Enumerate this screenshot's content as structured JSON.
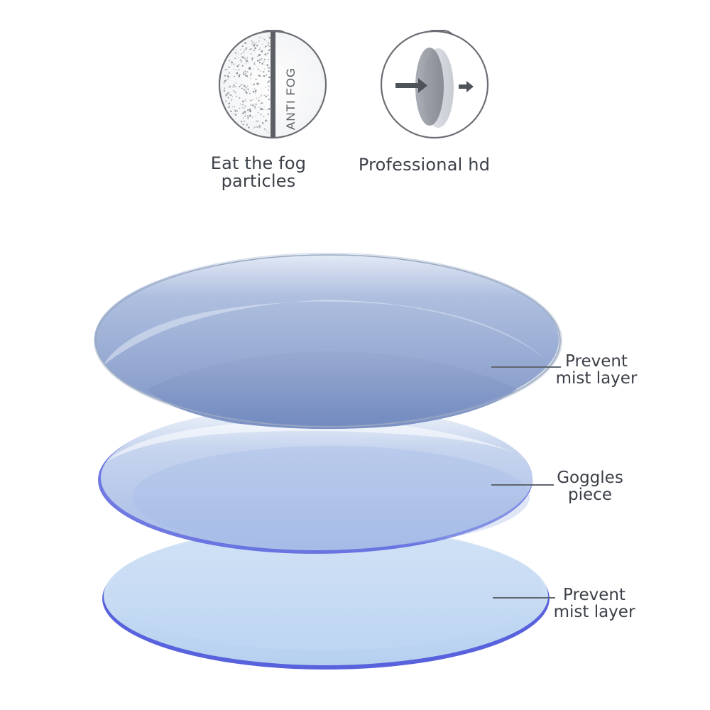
{
  "icons": {
    "anti_fog": {
      "badge_text": "ANTI FOG",
      "icon_name": "anti-fog-icon"
    },
    "hd": {
      "icon_name": "lens-arrow-icon"
    }
  },
  "captions": {
    "fog_line1": "Eat the fog",
    "fog_line2": "particles",
    "hd": "Professional hd"
  },
  "layers": {
    "top": {
      "line1": "Prevent",
      "line2": "mist layer"
    },
    "middle": {
      "line1": "Goggles",
      "line2": "piece"
    },
    "bottom": {
      "line1": "Prevent",
      "line2": "mist layer"
    }
  },
  "colors": {
    "text": "#3c4048",
    "icon_stroke": "#5a5d63",
    "lens_top": "#8fa6cf",
    "lens_middle": "#a9bde6",
    "lens_bottom": "#bcd6f0",
    "rim_blue": "#4a55e0"
  }
}
